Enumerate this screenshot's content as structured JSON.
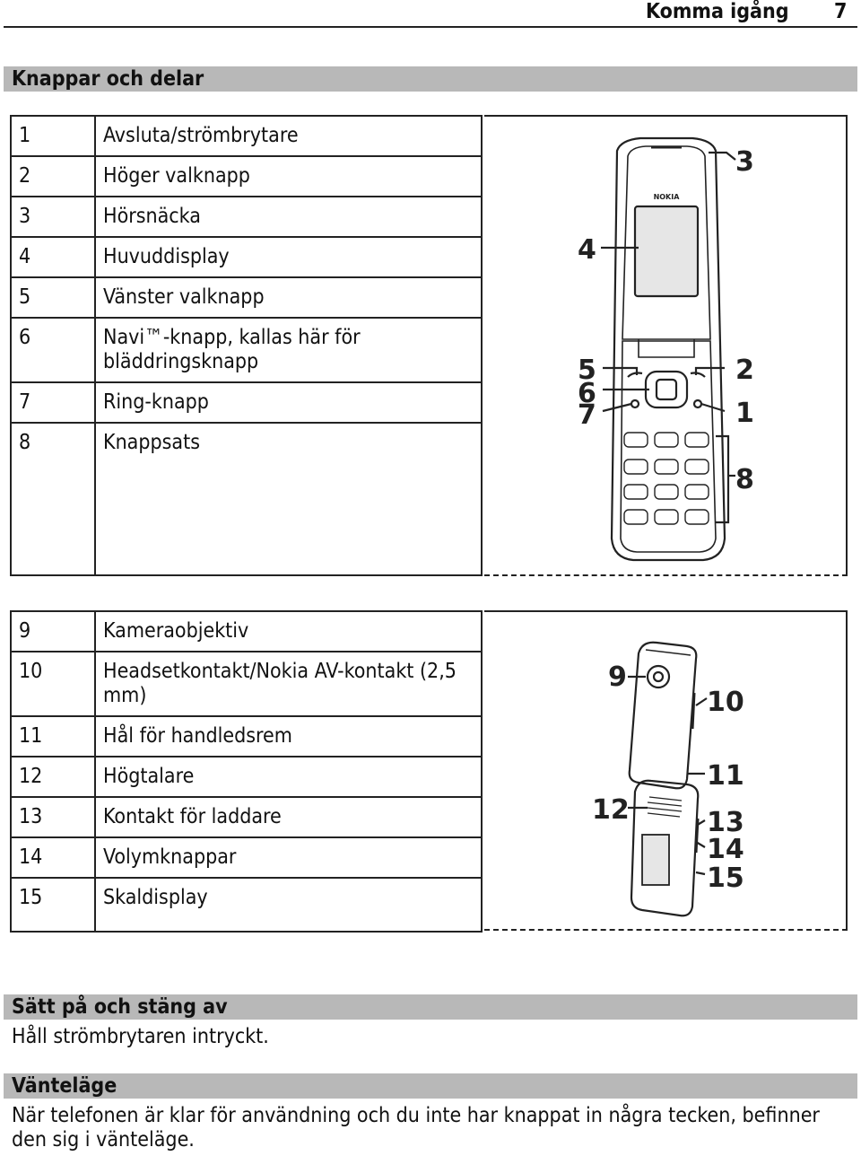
{
  "header": {
    "title": "Komma igång",
    "page_number": "7"
  },
  "section_parts": {
    "heading": "Knappar och delar",
    "front_items": [
      {
        "num": "1",
        "label": "Avsluta/strömbrytare"
      },
      {
        "num": "2",
        "label": "Höger valknapp"
      },
      {
        "num": "3",
        "label": "Hörsnäcka"
      },
      {
        "num": "4",
        "label": "Huvuddisplay"
      },
      {
        "num": "5",
        "label": "Vänster valknapp"
      },
      {
        "num": "6",
        "label": "Navi™-knapp, kallas här för bläddringsknapp"
      },
      {
        "num": "7",
        "label": "Ring-knapp"
      },
      {
        "num": "8",
        "label": "Knappsats"
      }
    ],
    "back_items": [
      {
        "num": "9",
        "label": "Kameraobjektiv"
      },
      {
        "num": "10",
        "label": "Headsetkontakt/Nokia AV-kontakt (2,5 mm)"
      },
      {
        "num": "11",
        "label": "Hål för handledsrem"
      },
      {
        "num": "12",
        "label": "Högtalare"
      },
      {
        "num": "13",
        "label": "Kontakt för laddare"
      },
      {
        "num": "14",
        "label": "Volymknappar"
      },
      {
        "num": "15",
        "label": "Skaldisplay"
      }
    ],
    "front_callouts": [
      "3",
      "4",
      "5",
      "2",
      "6",
      "1",
      "7",
      "8"
    ],
    "back_callouts": [
      "9",
      "10",
      "11",
      "12",
      "13",
      "14",
      "15"
    ],
    "phone_brand": "NOKIA"
  },
  "section_power": {
    "heading": "Sätt på och stäng av",
    "text": "Håll strömbrytaren intryckt."
  },
  "section_standby": {
    "heading": "Vänteläge",
    "line1": "När telefonen är klar för användning och du inte har knappat in några tecken, befinner",
    "line2": "den sig i vänteläge."
  }
}
